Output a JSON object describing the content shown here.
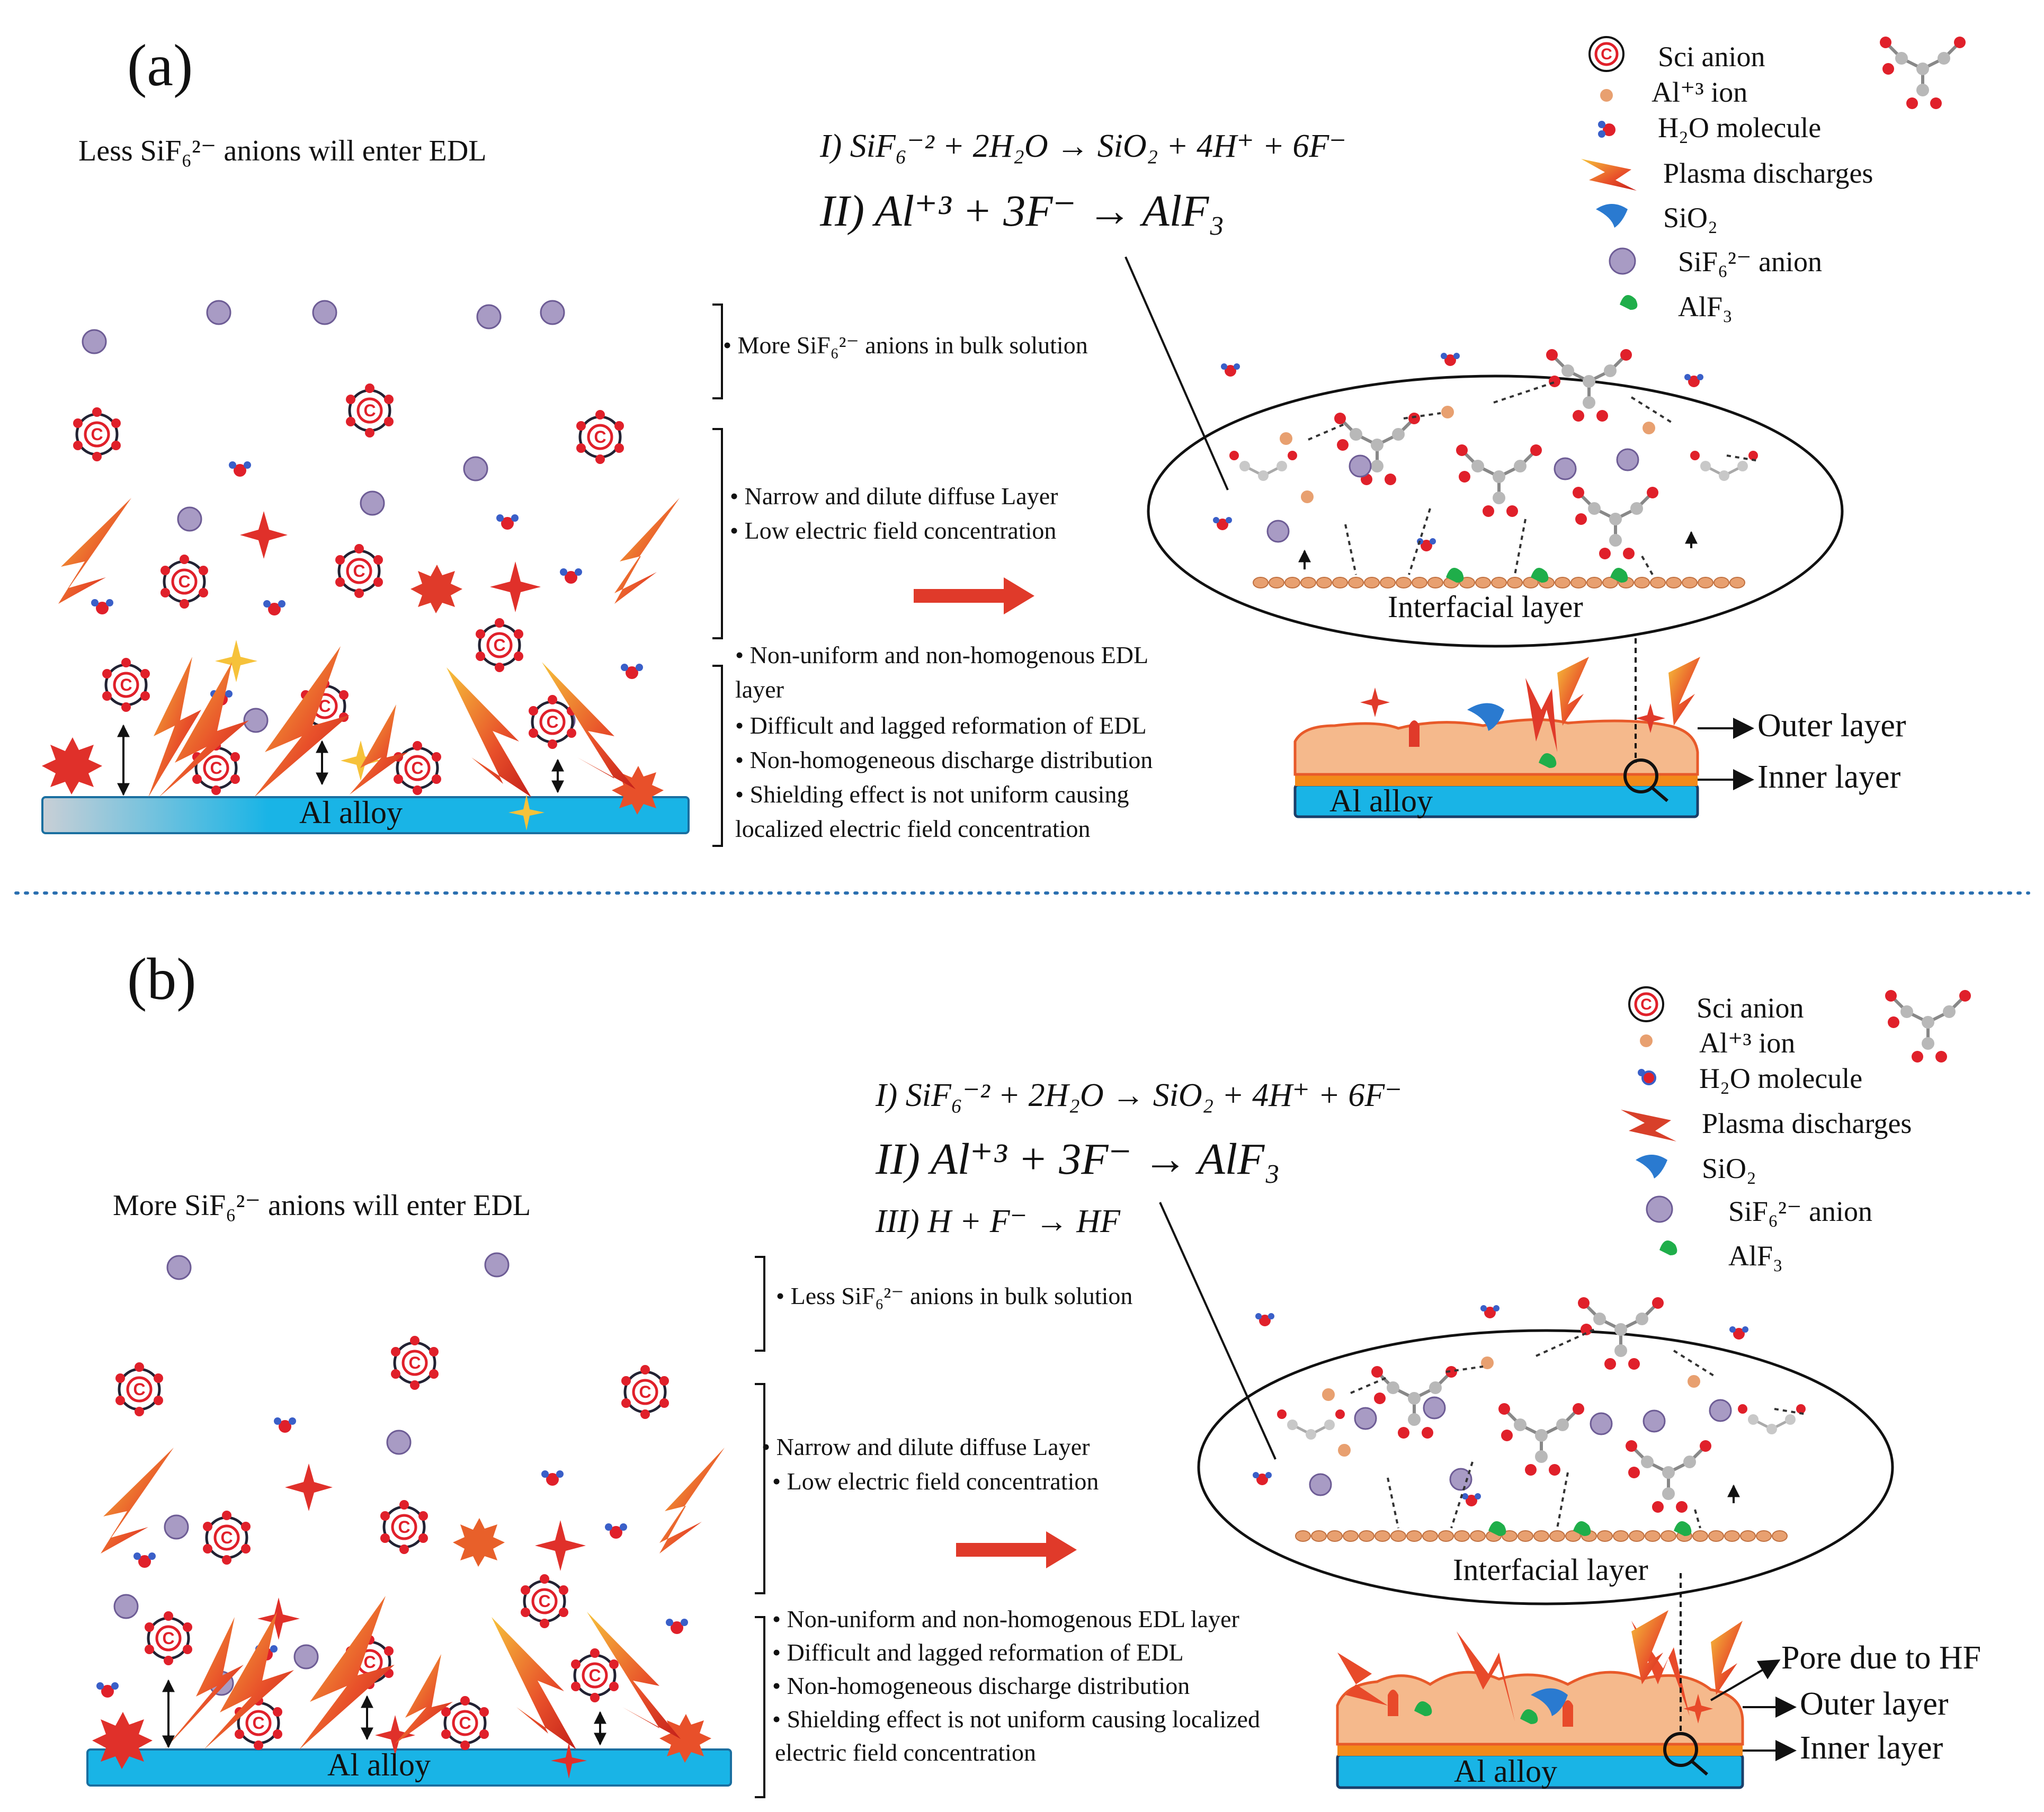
{
  "panels": [
    {
      "label": "(a)",
      "headline": "Less SiF₆²⁻ anions will enter EDL",
      "equations": [
        "I)  SiF₆⁻² + 2H₂O → SiO₂ + 4H⁺ + 6F⁻",
        "II) Al⁺³ + 3F⁻ → AlF₃"
      ],
      "bulk_text": [
        "• More SiF₆²⁻ anions in bulk solution"
      ],
      "diffuse_text": [
        "• Narrow and dilute diffuse Layer",
        "• Low electric field concentration"
      ],
      "edl_text": [
        "• Non-uniform and non-homogenous EDL",
        "layer",
        "• Difficult and lagged reformation of EDL",
        "• Non-homogeneous discharge distribution",
        "• Shielding effect is not uniform causing",
        "localized electric field concentration"
      ],
      "substrate": "Al alloy",
      "interfacial": "Interfacial layer",
      "coating_substrate": "Al alloy",
      "layer_labels": [
        "Outer layer",
        "Inner layer"
      ]
    },
    {
      "label": "(b)",
      "headline": "More SiF₆²⁻ anions will enter EDL",
      "equations": [
        "I)  SiF₆⁻² + 2H₂O → SiO₂ + 4H⁺ + 6F⁻",
        "II) Al⁺³ + 3F⁻ → AlF₃",
        "III) H + F⁻ → HF"
      ],
      "bulk_text": [
        "• Less SiF₆²⁻ anions in bulk solution"
      ],
      "diffuse_text": [
        "• Narrow and dilute diffuse Layer",
        "• Low electric field concentration"
      ],
      "edl_text": [
        "• Non-uniform and non-homogenous EDL layer",
        "• Difficult and lagged reformation of EDL",
        "• Non-homogeneous discharge distribution",
        "• Shielding effect is not uniform causing localized",
        "electric field concentration"
      ],
      "substrate": "Al alloy",
      "interfacial": "Interfacial layer",
      "coating_substrate": "Al alloy",
      "layer_labels": [
        "Pore due to HF",
        "Outer layer",
        "Inner layer"
      ]
    }
  ],
  "legend": {
    "items": [
      {
        "icon": "sci-anion-icon",
        "label": "Sci anion"
      },
      {
        "icon": "al-ion-icon",
        "label": "Al⁺³ ion"
      },
      {
        "icon": "h2o-molecule-icon",
        "label": "H₂O molecule"
      },
      {
        "icon": "plasma-discharge-icon",
        "label": "Plasma discharges"
      },
      {
        "icon": "sio2-icon",
        "label": "SiO₂"
      },
      {
        "icon": "sif6-anion-icon",
        "label": "SiF₆²⁻ anion"
      },
      {
        "icon": "alf3-icon",
        "label": "AlF₃"
      }
    ]
  },
  "colors": {
    "substrate": "#19b4e6",
    "coating": "#f5b98c",
    "coating_edge": "#e85a2a",
    "sif6": "#a89bc4",
    "arrow": "#e03a2a",
    "discharge": "#e8402a"
  }
}
